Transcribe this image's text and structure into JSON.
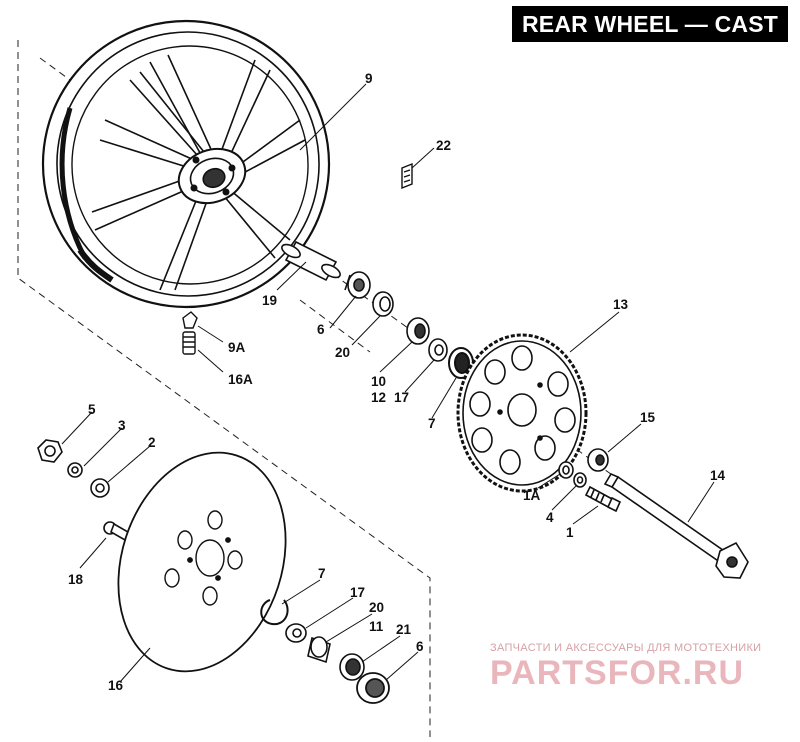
{
  "title": "REAR WHEEL — CAST",
  "watermark": {
    "tagline": "ЗАПЧАСТИ И АКСЕССУАРЫ ДЛЯ МОТОТЕХНИКИ",
    "brand": "PARTSFOR.RU"
  },
  "callouts": {
    "c9": "9",
    "c22": "22",
    "c19": "19",
    "c6a": "6",
    "c20a": "20",
    "c9A": "9A",
    "c16A": "16A",
    "c13": "13",
    "c10": "10",
    "c12": "12",
    "c17a": "17",
    "c7a": "7",
    "c15": "15",
    "c14": "14",
    "c5": "5",
    "c3": "3",
    "c2": "2",
    "c1A": "1A",
    "c4": "4",
    "c1": "1",
    "c18": "18",
    "c7b": "7",
    "c17b": "17",
    "c20b": "20",
    "c11": "11",
    "c21": "21",
    "c6b": "6",
    "c16": "16"
  }
}
